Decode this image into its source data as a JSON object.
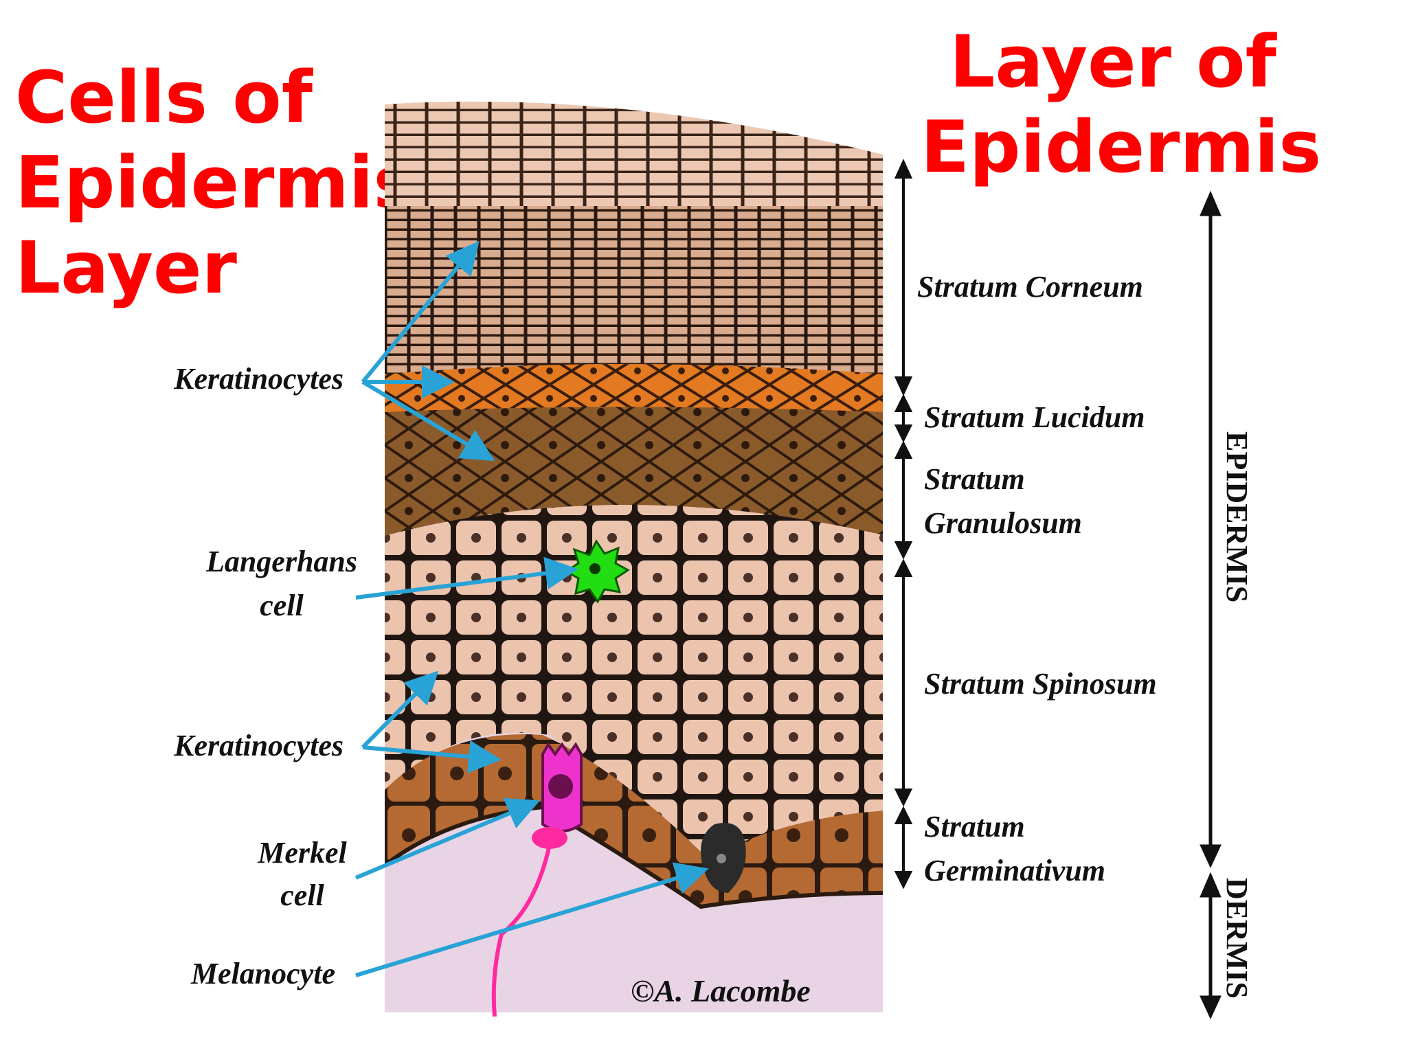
{
  "headings": {
    "cells_title": "Cells of Epidermis Layer",
    "layers_title": "Layer of Epidermis"
  },
  "cell_labels": {
    "keratinocytes_top": "Keratinocytes",
    "langerhans_line1": "Langerhans",
    "langerhans_line2": "cell",
    "keratinocytes_bottom": "Keratinocytes",
    "merkel_line1": "Merkel",
    "merkel_line2": "cell",
    "melanocyte": "Melanocyte"
  },
  "layer_labels": {
    "corneum": "Stratum Corneum",
    "lucidum": "Stratum Lucidum",
    "granulosum_line1": "Stratum",
    "granulosum_line2": "Granulosum",
    "spinosum": "Stratum Spinosum",
    "germinativum_line1": "Stratum",
    "germinativum_line2": "Germinativum"
  },
  "regions": {
    "epidermis": "EPIDERMIS",
    "dermis": "DERMIS"
  },
  "credit": "©A. Lacombe",
  "colors": {
    "heading": "#ff0000",
    "arrow": "#29a3d6",
    "corneum": "#e9c6b0",
    "lucidum": "#e37a22",
    "granulosum": "#8a5a2b",
    "spinosum": "#ecc4ae",
    "basal": "#b46a32",
    "dermis": "#e9d4e6",
    "langerhans": "#22dd11",
    "merkel": "#ee33cc"
  }
}
